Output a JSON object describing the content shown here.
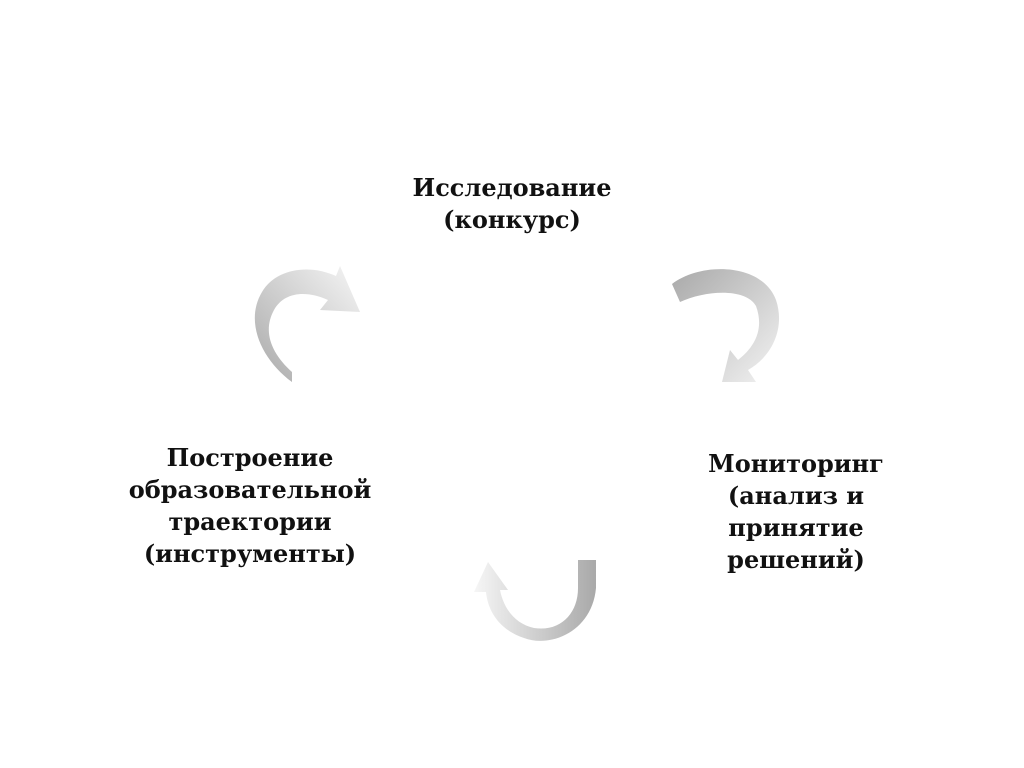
{
  "diagram": {
    "type": "cycle",
    "nodes": [
      {
        "id": "research",
        "lines": [
          "Исследование",
          "(конкурс)"
        ]
      },
      {
        "id": "monitoring",
        "lines": [
          "Мониторинг",
          "(анализ и",
          "принятие",
          "решений)"
        ]
      },
      {
        "id": "trajectory",
        "lines": [
          "Построение",
          "образовательной",
          "траектории",
          "(инструменты)"
        ]
      }
    ],
    "edges": [
      {
        "from": "research",
        "to": "monitoring"
      },
      {
        "from": "monitoring",
        "to": "trajectory"
      },
      {
        "from": "trajectory",
        "to": "research"
      }
    ],
    "colors": {
      "text": "#111111",
      "arrow_dark": "#a6a6a6",
      "arrow_light": "#f4f4f4"
    }
  }
}
